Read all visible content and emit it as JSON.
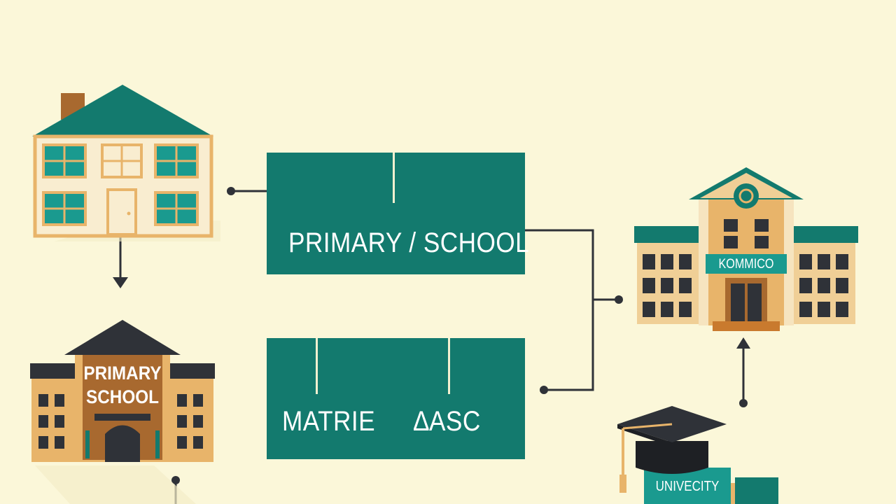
{
  "boxes": {
    "top_label": "PRIMARY / SCHOOL",
    "bottom_left_label": "MATRIE",
    "bottom_right_label": "ASC",
    "bottom_right_glyph": "∆"
  },
  "buildings": {
    "primary_school_sign_line1": "PRIMARY",
    "primary_school_sign_line2": "SCHOOL",
    "campus_sign": "KOMMICO",
    "university_sign": "UNIVECITY"
  },
  "colors": {
    "background": "#fbf7d9",
    "teal": "#137a6e",
    "sand": "#e8b46a",
    "brown": "#a8692f",
    "dark": "#2f3238"
  }
}
